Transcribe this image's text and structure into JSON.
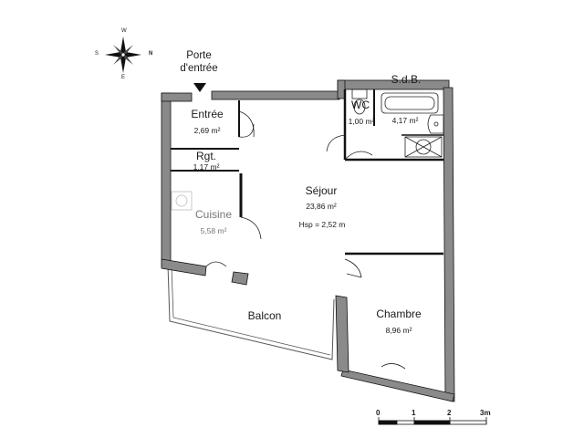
{
  "entrance": {
    "line1": "Porte",
    "line2": "d'entrée"
  },
  "compass": {
    "s": "S",
    "n": "N",
    "w": "W",
    "e": "E"
  },
  "rooms": {
    "entree": {
      "name": "Entrée",
      "area": "2,69 m²"
    },
    "rgt": {
      "name": "Rgt.",
      "area": "1,17 m²"
    },
    "wc": {
      "name": "WC",
      "area": "1,00 m²"
    },
    "sdb": {
      "name": "S.d.B.",
      "area": "4,17 m²"
    },
    "sejour": {
      "name": "Séjour",
      "area": "23,86 m²",
      "height": "Hsp = 2,52 m"
    },
    "cuisine": {
      "name": "Cuisine",
      "area": "5,58 m²"
    },
    "balcon": {
      "name": "Balcon"
    },
    "chambre": {
      "name": "Chambre",
      "area": "8,96 m²"
    }
  },
  "scale": {
    "t0": "0",
    "t1": "1",
    "t2": "2",
    "t3": "3m"
  },
  "colors": {
    "wall": "#7a7a7a",
    "line": "#111111"
  }
}
